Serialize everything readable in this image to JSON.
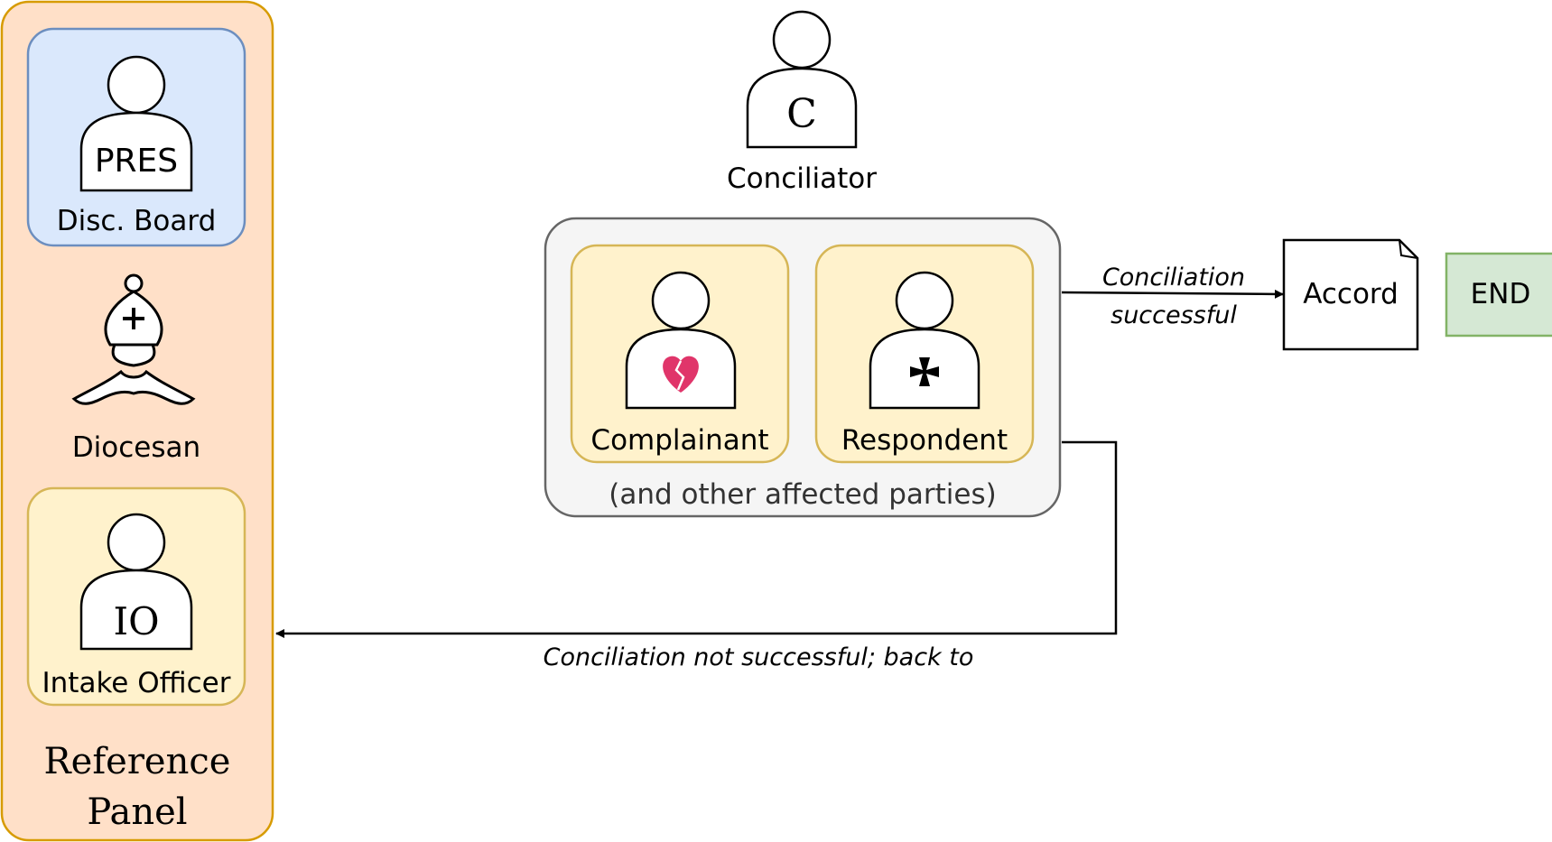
{
  "reference_panel": {
    "title_line1": "Reference",
    "title_line2": "Panel",
    "disc_board": {
      "badge": "PRES",
      "label": "Disc. Board"
    },
    "diocesan": {
      "label": "Diocesan",
      "icon": "bishop-icon"
    },
    "intake_officer": {
      "badge": "IO",
      "label": "Intake Officer"
    }
  },
  "conciliator": {
    "badge": "C",
    "label": "Conciliator"
  },
  "parties": {
    "complainant": {
      "label": "Complainant",
      "icon": "broken-heart-icon"
    },
    "respondent": {
      "label": "Respondent",
      "icon": "cross-pattee-icon"
    },
    "note": "(and other affected parties)"
  },
  "edges": {
    "success_line1": "Conciliation",
    "success_line2": "successful",
    "failure": "Conciliation not successful; back to"
  },
  "accord": {
    "label": "Accord"
  },
  "end": {
    "label": "END"
  },
  "colors": {
    "panel_fill": "#ffe0c8",
    "panel_stroke": "#d79b00",
    "board_fill": "#dae8fc",
    "board_stroke": "#6c8ebf",
    "yellow_fill": "#fff2cc",
    "yellow_stroke": "#d6b656",
    "group_fill": "#f5f5f5",
    "group_stroke": "#666666",
    "end_fill": "#d5e8d4",
    "end_stroke": "#82b366",
    "heart": "#e0356a"
  }
}
